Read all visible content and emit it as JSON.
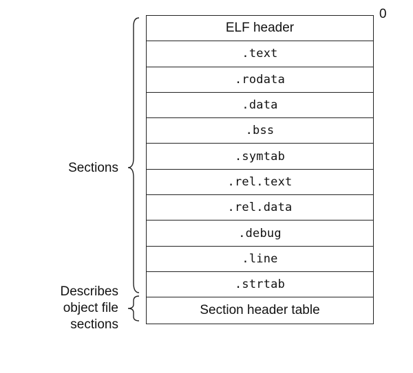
{
  "offset_label": "0",
  "rows": [
    {
      "label": "ELF header",
      "style": "sans"
    },
    {
      "label": ".text",
      "style": "mono"
    },
    {
      "label": ".rodata",
      "style": "mono"
    },
    {
      "label": ".data",
      "style": "mono"
    },
    {
      "label": ".bss",
      "style": "mono"
    },
    {
      "label": ".symtab",
      "style": "mono"
    },
    {
      "label": ".rel.text",
      "style": "mono"
    },
    {
      "label": ".rel.data",
      "style": "mono"
    },
    {
      "label": ".debug",
      "style": "mono"
    },
    {
      "label": ".line",
      "style": "mono"
    },
    {
      "label": ".strtab",
      "style": "mono"
    },
    {
      "label": "Section header table",
      "style": "sans"
    }
  ],
  "labels": {
    "sections": "Sections",
    "describes_lines": [
      "Describes",
      "object file",
      "sections"
    ]
  }
}
